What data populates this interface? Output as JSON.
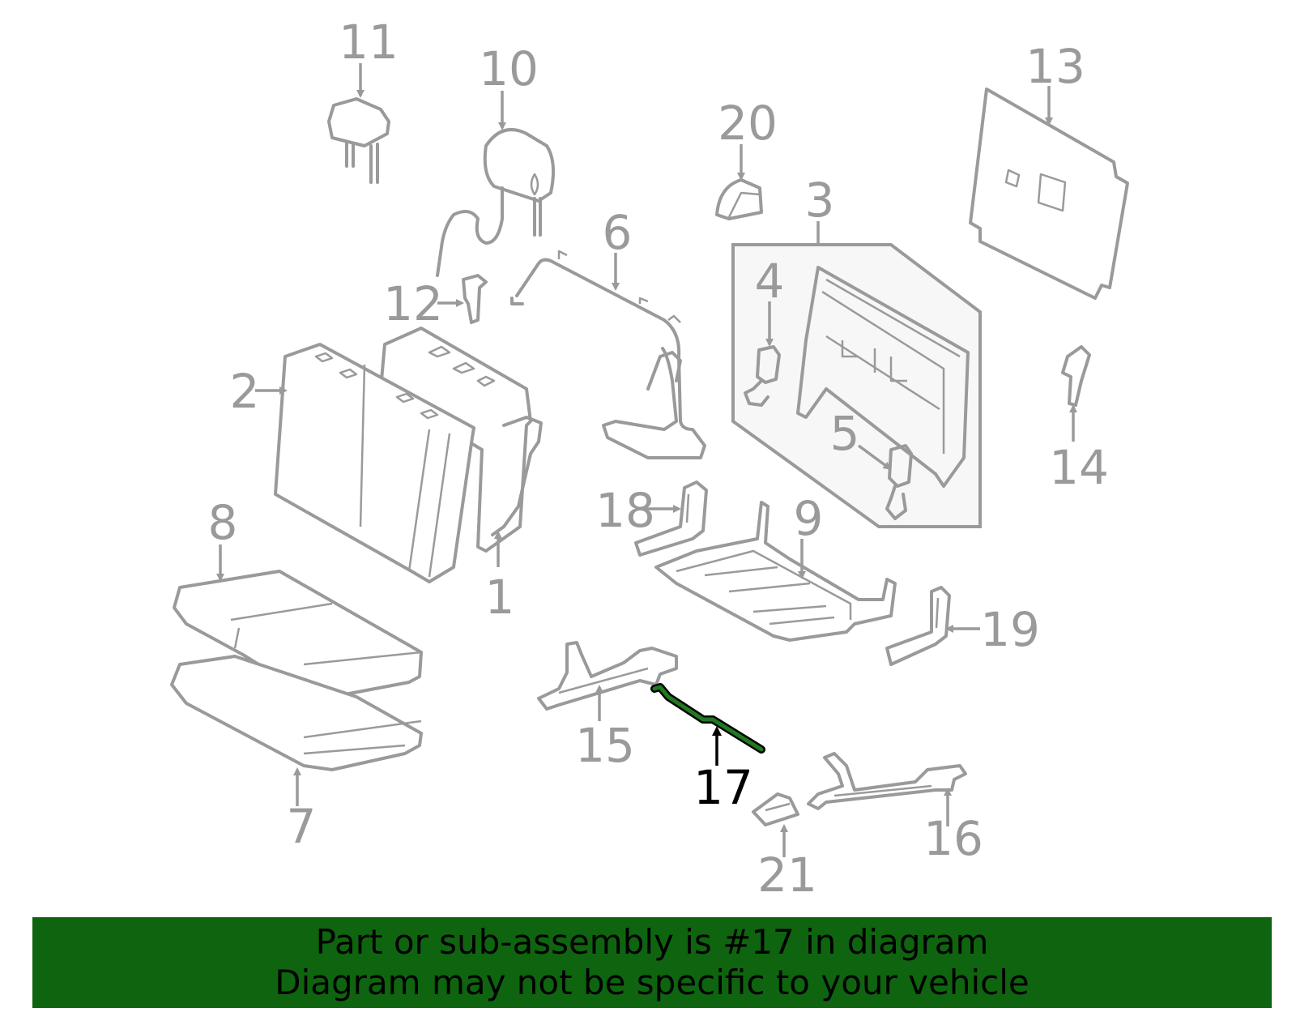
{
  "diagram": {
    "highlighted_part": "17",
    "highlight_color": "#0f640f",
    "line_color": "#9a9a9a",
    "callouts": [
      "1",
      "2",
      "3",
      "4",
      "5",
      "6",
      "7",
      "8",
      "9",
      "10",
      "11",
      "12",
      "13",
      "14",
      "15",
      "16",
      "17",
      "18",
      "19",
      "20",
      "21"
    ]
  },
  "banner": {
    "line1": "Part or sub-assembly is #17 in diagram",
    "line2": "Diagram may not be specific to your vehicle",
    "background": "#0f640f"
  }
}
